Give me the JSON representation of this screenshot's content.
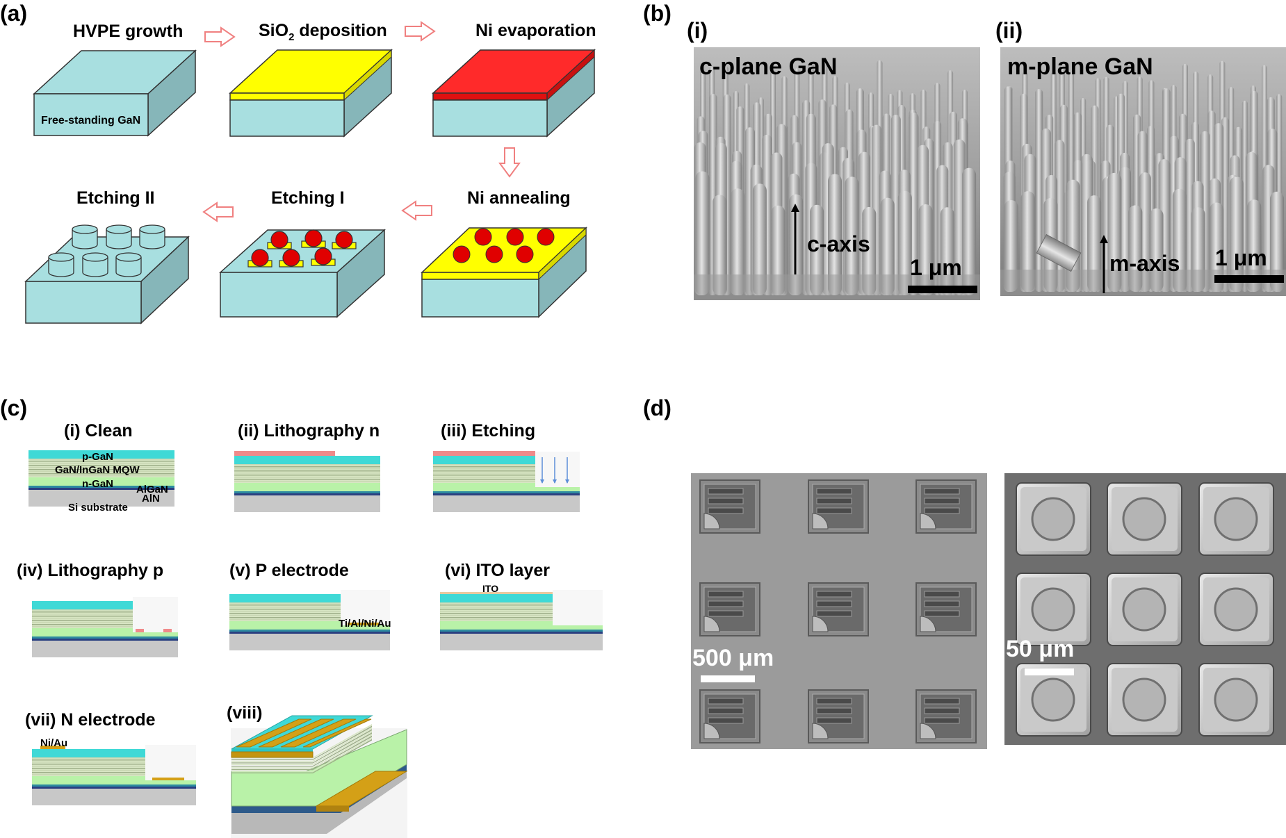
{
  "panels": {
    "a": {
      "label": "(a)",
      "steps": [
        "HVPE growth",
        "SiO",
        "2",
        " deposition",
        "Ni evaporation",
        "Ni annealing",
        "Etching I",
        "Etching II"
      ],
      "block_label": "Free-standing GaN",
      "colors": {
        "gan": "#a8dfe0",
        "sio2": "#ffff00",
        "ni": "#ff2a2a",
        "arrow": "#f08080"
      }
    },
    "b": {
      "label": "(b)",
      "sub_i": "(i)",
      "sub_ii": "(ii)",
      "title_i": "c-plane GaN",
      "title_ii": "m-plane GaN",
      "axis_i": "c-axis",
      "axis_ii": "m-axis",
      "scale_i": "1 μm",
      "scale_ii": "1 μm"
    },
    "c": {
      "label": "(c)",
      "steps": [
        "(i) Clean",
        "(ii) Lithography n",
        "(iii) Etching",
        "(iv) Lithography p",
        "(v) P electrode",
        "(vi) ITO layer",
        "(vii) N electrode",
        "(viii)"
      ],
      "layers": [
        "p-GaN",
        "GaN/InGaN MQW",
        "n-GaN",
        "AlGaN",
        "AlN",
        "Si substrate"
      ],
      "ito": "ITO",
      "p_contact": "Ti/Al/Ni/Au",
      "n_contact": "Ni/Au",
      "colors": {
        "pgan": "#3fd9d6",
        "mqw": "#b8c9a0",
        "ngan": "#b9f2a8",
        "algan": "#2d8aa0",
        "aln": "#2a3f80",
        "si": "#c8c8c8",
        "resist": "#f08a8a",
        "gold": "#d4a017"
      }
    },
    "d": {
      "label": "(d)",
      "scale_left": "500 μm",
      "scale_right": "50 μm"
    }
  }
}
